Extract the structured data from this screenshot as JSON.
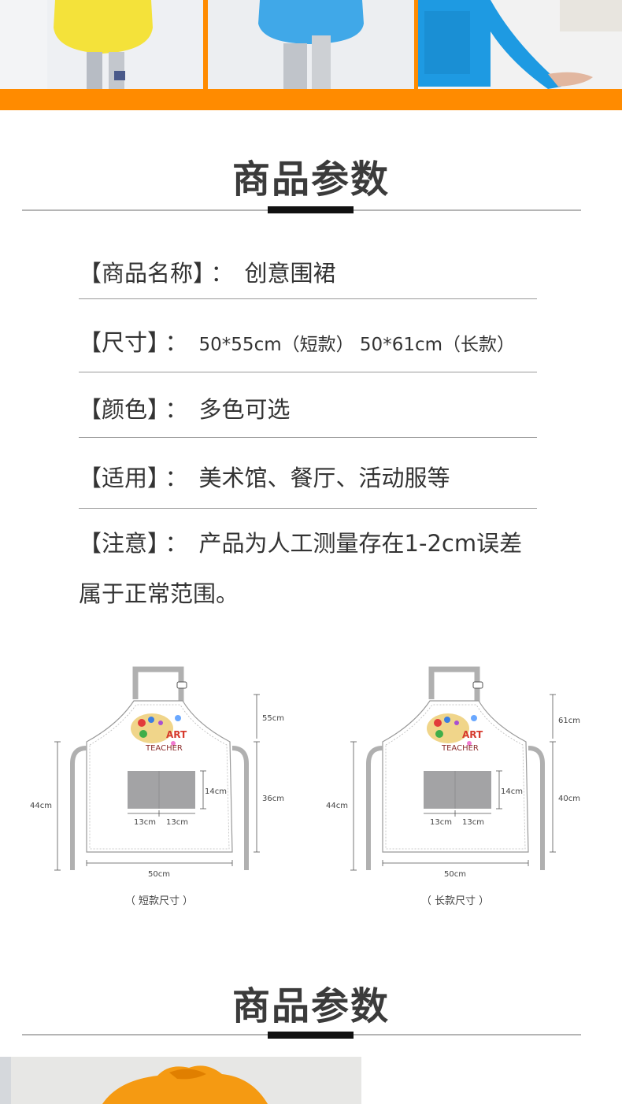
{
  "colors": {
    "accent_orange": "#ff8b00",
    "yellow_apron": "#f6e33a",
    "blue_apron": "#3ea6e6",
    "blue_apron_2": "#1e9ae2",
    "pocket_gray": "#a3a3a5",
    "strap_gray": "#b0b0b0"
  },
  "sections": [
    {
      "title": "商品参数"
    },
    {
      "title": "商品参数"
    }
  ],
  "specs": [
    {
      "key": "【商品名称】",
      "sep": "：",
      "value": "创意围裙"
    },
    {
      "key": "【尺寸】",
      "sep": "：",
      "value": "50*55cm（短款） 50*61cm（长款）"
    },
    {
      "key": "【颜色】",
      "sep": "：",
      "value": "多色可选"
    },
    {
      "key": "【适用】",
      "sep": "：",
      "value": "美术馆、餐厅、活动服等"
    }
  ],
  "note": {
    "key": "【注意】",
    "sep": "：",
    "line1": "产品为人工测量存在1-2cm误差",
    "line2": "属于正常范围。"
  },
  "diagrams": [
    {
      "caption": "（ 短款尺寸 ）",
      "logo_line1": "ART",
      "logo_line2": "TEACHER",
      "dims": {
        "top": "55cm",
        "side_right": "36cm",
        "side_left": "44cm",
        "pocket_h": "14cm",
        "pocket_w1": "13cm",
        "pocket_w2": "13cm",
        "width": "50cm"
      }
    },
    {
      "caption": "（ 长款尺寸 ）",
      "logo_line1": "ART",
      "logo_line2": "TEACHER",
      "dims": {
        "top": "61cm",
        "side_right": "40cm",
        "side_left": "44cm",
        "pocket_h": "14cm",
        "pocket_w1": "13cm",
        "pocket_w2": "13cm",
        "width": "50cm"
      }
    }
  ]
}
